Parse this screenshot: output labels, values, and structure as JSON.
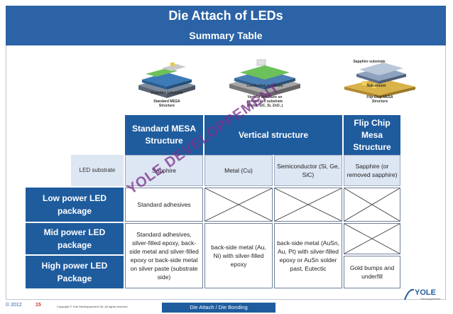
{
  "header": {
    "title": "Die Attach of LEDs",
    "subtitle": "Summary Table"
  },
  "illustrations": [
    {
      "caption_line1": "Standard MESA",
      "caption_line2": "Structure",
      "chip_labels": [
        "Sapphire substrate"
      ]
    },
    {
      "caption_line1": "Vertical Structure on",
      "caption_line2": "conductive substrate",
      "caption_line3": "(Metal, SiC, Si, ZnO..)",
      "chip_labels": [
        "Conductive substrate"
      ]
    },
    {
      "caption_line1": "Flip Chip MESA",
      "caption_line2": "Structure",
      "chip_labels": [
        "Sapphire substrate",
        "Sub-mount"
      ]
    }
  ],
  "table": {
    "columns": [
      {
        "label": "Standard MESA Structure"
      },
      {
        "label": "Vertical structure"
      },
      {
        "label": "Flip Chip Mesa Structure"
      }
    ],
    "substrate_row": {
      "label": "LED substrate",
      "cells": [
        "Sapphire",
        "Metal (Cu)",
        "Semiconductor (Si, Ge, SiC)",
        "Sapphire (or removed sapphire)"
      ]
    },
    "rows": [
      {
        "label": "Low power LED package",
        "col1": "Standard adhesives"
      },
      {
        "label": "Mid power LED package",
        "col1": "Standard adhesives, silver-filled epoxy, back-side metal and silver-filled epoxy or back-side metal on silver paste (substrate side)"
      },
      {
        "label": "High power LED Package",
        "col2a": "back-side metal (Au, Ni) with silver-filled epoxy",
        "col2b": "back-side metal (AuSn, Au, Pt) with silver-filled epoxy or  AuSn solder past, Eutectic",
        "col3": "Gold bumps and underfill"
      }
    ]
  },
  "watermark": "YOLE DEVELOPPEMENT",
  "footer": {
    "copyright": "© 2012",
    "page": "15",
    "small_text": "Copyright © Yole Développement SA. All rights reserved.",
    "section": "Die Attach / Die Bonding",
    "logo": "YOLE",
    "logo_sub": "Développement"
  },
  "colors": {
    "primary": "#1f5c9e",
    "banner": "#2b63a6",
    "cell_fill": "#dde6f3",
    "watermark": "#7a2e8c"
  }
}
